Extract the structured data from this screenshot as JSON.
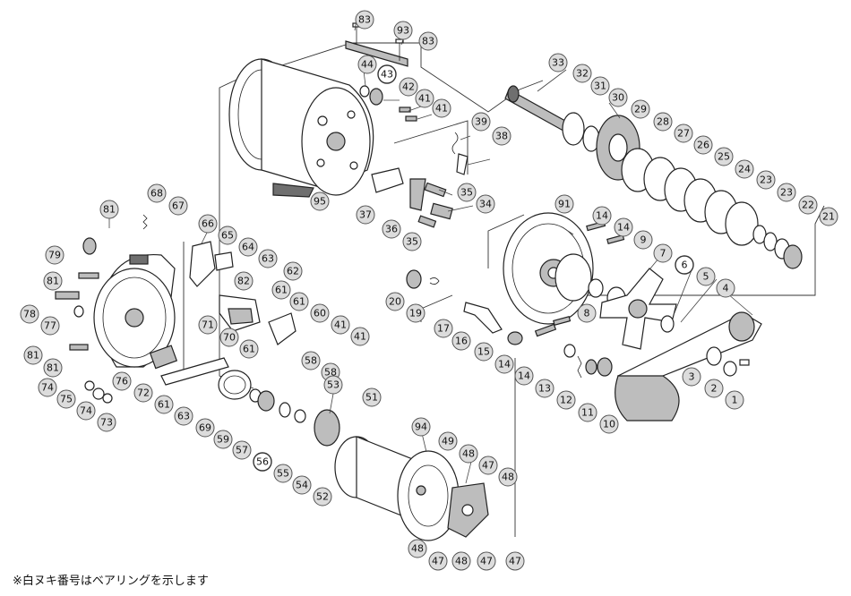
{
  "note": "※白ヌキ番号はベアリングを示します",
  "callouts": [
    {
      "n": "83",
      "id": "c83a"
    },
    {
      "n": "93",
      "id": "c93"
    },
    {
      "n": "83",
      "id": "c83b"
    },
    {
      "n": "44",
      "id": "c44"
    },
    {
      "n": "43",
      "id": "c43"
    },
    {
      "n": "42",
      "id": "c42"
    },
    {
      "n": "41",
      "id": "c41a"
    },
    {
      "n": "41",
      "id": "c41b"
    },
    {
      "n": "39",
      "id": "c39"
    },
    {
      "n": "38",
      "id": "c38"
    },
    {
      "n": "35",
      "id": "c35a"
    },
    {
      "n": "34",
      "id": "c34"
    },
    {
      "n": "35",
      "id": "c35b"
    },
    {
      "n": "36",
      "id": "c36"
    },
    {
      "n": "37",
      "id": "c37"
    },
    {
      "n": "95",
      "id": "c95"
    },
    {
      "n": "33",
      "id": "c33"
    },
    {
      "n": "32",
      "id": "c32"
    },
    {
      "n": "31",
      "id": "c31"
    },
    {
      "n": "30",
      "id": "c30"
    },
    {
      "n": "29",
      "id": "c29"
    },
    {
      "n": "28",
      "id": "c28"
    },
    {
      "n": "27",
      "id": "c27"
    },
    {
      "n": "26",
      "id": "c26"
    },
    {
      "n": "25",
      "id": "c25"
    },
    {
      "n": "24",
      "id": "c24"
    },
    {
      "n": "23",
      "id": "c23a"
    },
    {
      "n": "23",
      "id": "c23b"
    },
    {
      "n": "22",
      "id": "c22"
    },
    {
      "n": "21",
      "id": "c21"
    },
    {
      "n": "91",
      "id": "c91"
    },
    {
      "n": "14",
      "id": "c14a"
    },
    {
      "n": "14",
      "id": "c14b"
    },
    {
      "n": "9",
      "id": "c9"
    },
    {
      "n": "7",
      "id": "c7"
    },
    {
      "n": "6",
      "id": "c6"
    },
    {
      "n": "5",
      "id": "c5"
    },
    {
      "n": "4",
      "id": "c4"
    },
    {
      "n": "8",
      "id": "c8"
    },
    {
      "n": "20",
      "id": "c20"
    },
    {
      "n": "19",
      "id": "c19"
    },
    {
      "n": "17",
      "id": "c17"
    },
    {
      "n": "16",
      "id": "c16"
    },
    {
      "n": "15",
      "id": "c15"
    },
    {
      "n": "14",
      "id": "c14c"
    },
    {
      "n": "14",
      "id": "c14d"
    },
    {
      "n": "13",
      "id": "c13"
    },
    {
      "n": "12",
      "id": "c12"
    },
    {
      "n": "11",
      "id": "c11"
    },
    {
      "n": "10",
      "id": "c10"
    },
    {
      "n": "3",
      "id": "c3"
    },
    {
      "n": "2",
      "id": "c2"
    },
    {
      "n": "1",
      "id": "c1"
    },
    {
      "n": "68",
      "id": "c68"
    },
    {
      "n": "67",
      "id": "c67"
    },
    {
      "n": "66",
      "id": "c66"
    },
    {
      "n": "65",
      "id": "c65"
    },
    {
      "n": "64",
      "id": "c64"
    },
    {
      "n": "63",
      "id": "c63a"
    },
    {
      "n": "82",
      "id": "c82"
    },
    {
      "n": "62",
      "id": "c62"
    },
    {
      "n": "61",
      "id": "c61a"
    },
    {
      "n": "61",
      "id": "c61b"
    },
    {
      "n": "60",
      "id": "c60"
    },
    {
      "n": "41",
      "id": "c41c"
    },
    {
      "n": "41",
      "id": "c41d"
    },
    {
      "n": "81",
      "id": "c81a"
    },
    {
      "n": "79",
      "id": "c79"
    },
    {
      "n": "81",
      "id": "c81b"
    },
    {
      "n": "78",
      "id": "c78"
    },
    {
      "n": "77",
      "id": "c77"
    },
    {
      "n": "81",
      "id": "c81c"
    },
    {
      "n": "81",
      "id": "c81d"
    },
    {
      "n": "71",
      "id": "c71"
    },
    {
      "n": "70",
      "id": "c70"
    },
    {
      "n": "61",
      "id": "c61c"
    },
    {
      "n": "74",
      "id": "c74a"
    },
    {
      "n": "75",
      "id": "c75"
    },
    {
      "n": "76",
      "id": "c76"
    },
    {
      "n": "72",
      "id": "c72"
    },
    {
      "n": "74",
      "id": "c74b"
    },
    {
      "n": "73",
      "id": "c73"
    },
    {
      "n": "61",
      "id": "c61d"
    },
    {
      "n": "63",
      "id": "c63b"
    },
    {
      "n": "69",
      "id": "c69"
    },
    {
      "n": "59",
      "id": "c59"
    },
    {
      "n": "58",
      "id": "c58a"
    },
    {
      "n": "58",
      "id": "c58b"
    },
    {
      "n": "57",
      "id": "c57"
    },
    {
      "n": "56",
      "id": "c56"
    },
    {
      "n": "55",
      "id": "c55"
    },
    {
      "n": "53",
      "id": "c53"
    },
    {
      "n": "54",
      "id": "c54"
    },
    {
      "n": "52",
      "id": "c52"
    },
    {
      "n": "51",
      "id": "c51"
    },
    {
      "n": "94",
      "id": "c94"
    },
    {
      "n": "49",
      "id": "c49"
    },
    {
      "n": "48",
      "id": "c48a"
    },
    {
      "n": "47",
      "id": "c47a"
    },
    {
      "n": "48",
      "id": "c48b"
    },
    {
      "n": "48",
      "id": "c48c"
    },
    {
      "n": "47",
      "id": "c47b"
    },
    {
      "n": "48",
      "id": "c48d"
    },
    {
      "n": "47",
      "id": "c47c"
    },
    {
      "n": "47",
      "id": "c47d"
    }
  ]
}
